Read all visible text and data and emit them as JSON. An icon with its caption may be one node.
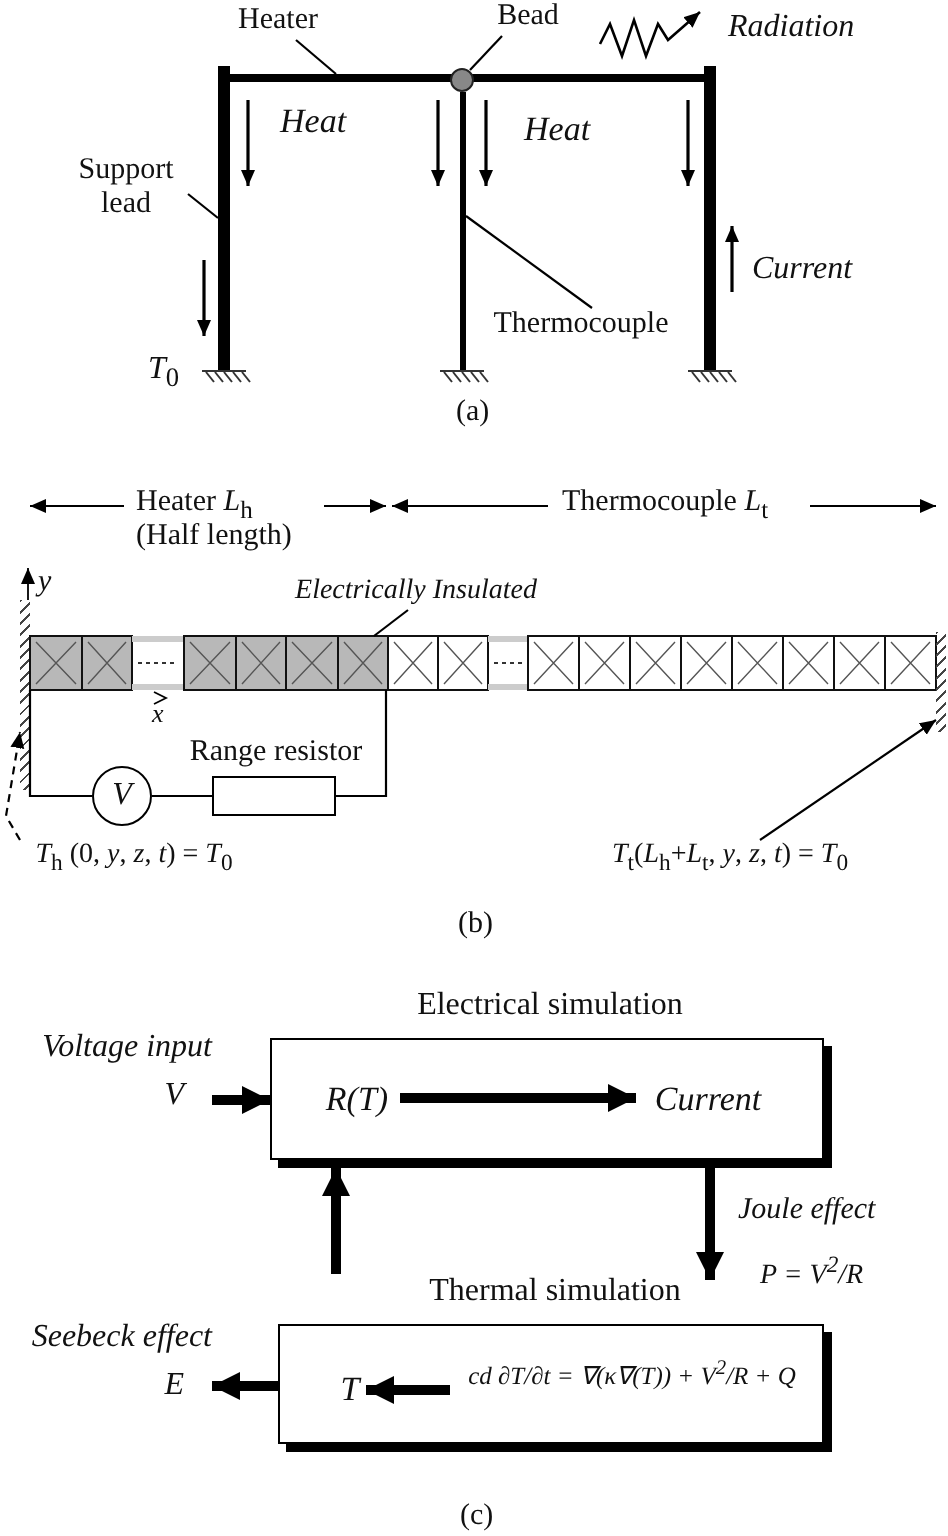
{
  "diagram": {
    "nodes": [
      {
        "text": [
          "Heater"
        ]
      },
      {
        "text": [],
        "shape": "bar"
      },
      {
        "text": [
          "Bead"
        ]
      },
      {
        "text": [],
        "shape": "circle"
      },
      {
        "text": [
          "Support lead"
        ]
      },
      {
        "text": [],
        "shape": "bar"
      },
      {
        "text": [
          "Thermocouple"
        ]
      },
      {
        "text": [],
        "shape": "bar"
      },
      {
        "text": [
          "Electrically Insulated"
        ]
      },
      {
        "text": [
          "*T*$_{h}$ (0, *y*, *z*, *t*) = *T*$_{0}$"
        ]
      },
      {
        "text": [],
        "shape": "wall"
      },
      {
        "text": [
          "*T*$_{t}$(*L*$_{h}$+*L*$_{t}$, *y*, *z*, *t*) = *T*$_{0}$"
        ]
      },
      {
        "text": [],
        "shape": "wall"
      },
      {
        "text": [
          "V"
        ]
      },
      {
        "text": [
          "Range resistor"
        ]
      },
      {
        "text": [],
        "shape": "bar"
      },
      {
        "text": [
          "Electrical simulation"
        ]
      },
      {
        "text": [
          "R(T)"
        ],
        "in": 16
      },
      {
        "text": [
          "Current"
        ],
        "in": 16
      },
      {
        "text": [
          "Thermal simulation"
        ]
      },
      {
        "text": [
          "T"
        ],
        "in": 19
      },
      {
        "text": [
          "cd ∂T/∂t = ∇(κ∇(T)) + V$^{2}$/R + Q"
        ],
        "in": 19
      },
      {
        "text": [
          "Voltage input",
          "V"
        ]
      },
      {
        "text": [
          "Seebeck effect",
          "E"
        ]
      }
    ],
    "edges": [
      {
        "from": 0,
        "to": 1,
        "arrow": "none"
      },
      {
        "from": 2,
        "to": 3,
        "arrow": "none"
      },
      {
        "from": 4,
        "to": 5,
        "arrow": "none"
      },
      {
        "from": 6,
        "to": 7,
        "arrow": "none"
      },
      {
        "from": 8,
        "to": 15,
        "arrow": "none"
      },
      {
        "from": 9,
        "to": 10,
        "arrow": "to",
        "style": "dashed"
      },
      {
        "from": 11,
        "to": 12,
        "arrow": "to"
      },
      {
        "from": 15,
        "to": 13,
        "arrow": "none"
      },
      {
        "from": 13,
        "to": 14,
        "arrow": "none"
      },
      {
        "from": 14,
        "to": 15,
        "arrow": "none"
      },
      {
        "from": 22,
        "to": 16,
        "arrow": "to",
        "style": "thick"
      },
      {
        "from": 17,
        "to": 18,
        "arrow": "to",
        "style": "thick"
      },
      {
        "from": 16,
        "to": 19,
        "arrow": "to",
        "style": "thick",
        "label": "Joule effect"
      },
      {
        "from": 19,
        "to": 16,
        "arrow": "to",
        "style": "thick"
      },
      {
        "from": 21,
        "to": 20,
        "arrow": "to",
        "style": "thick"
      },
      {
        "from": 19,
        "to": 23,
        "arrow": "to",
        "style": "thick"
      }
    ],
    "labels": [
      "Radiation",
      "Heat",
      "Heat",
      "Current",
      "*T*$_{0}$",
      "(a)",
      "Heater *L*$_{h}$",
      "(Half length)",
      "Thermocouple *L*$_{t}$",
      "y",
      "x",
      "(b)",
      "P = V$^{2}$/R",
      "(c)"
    ]
  }
}
